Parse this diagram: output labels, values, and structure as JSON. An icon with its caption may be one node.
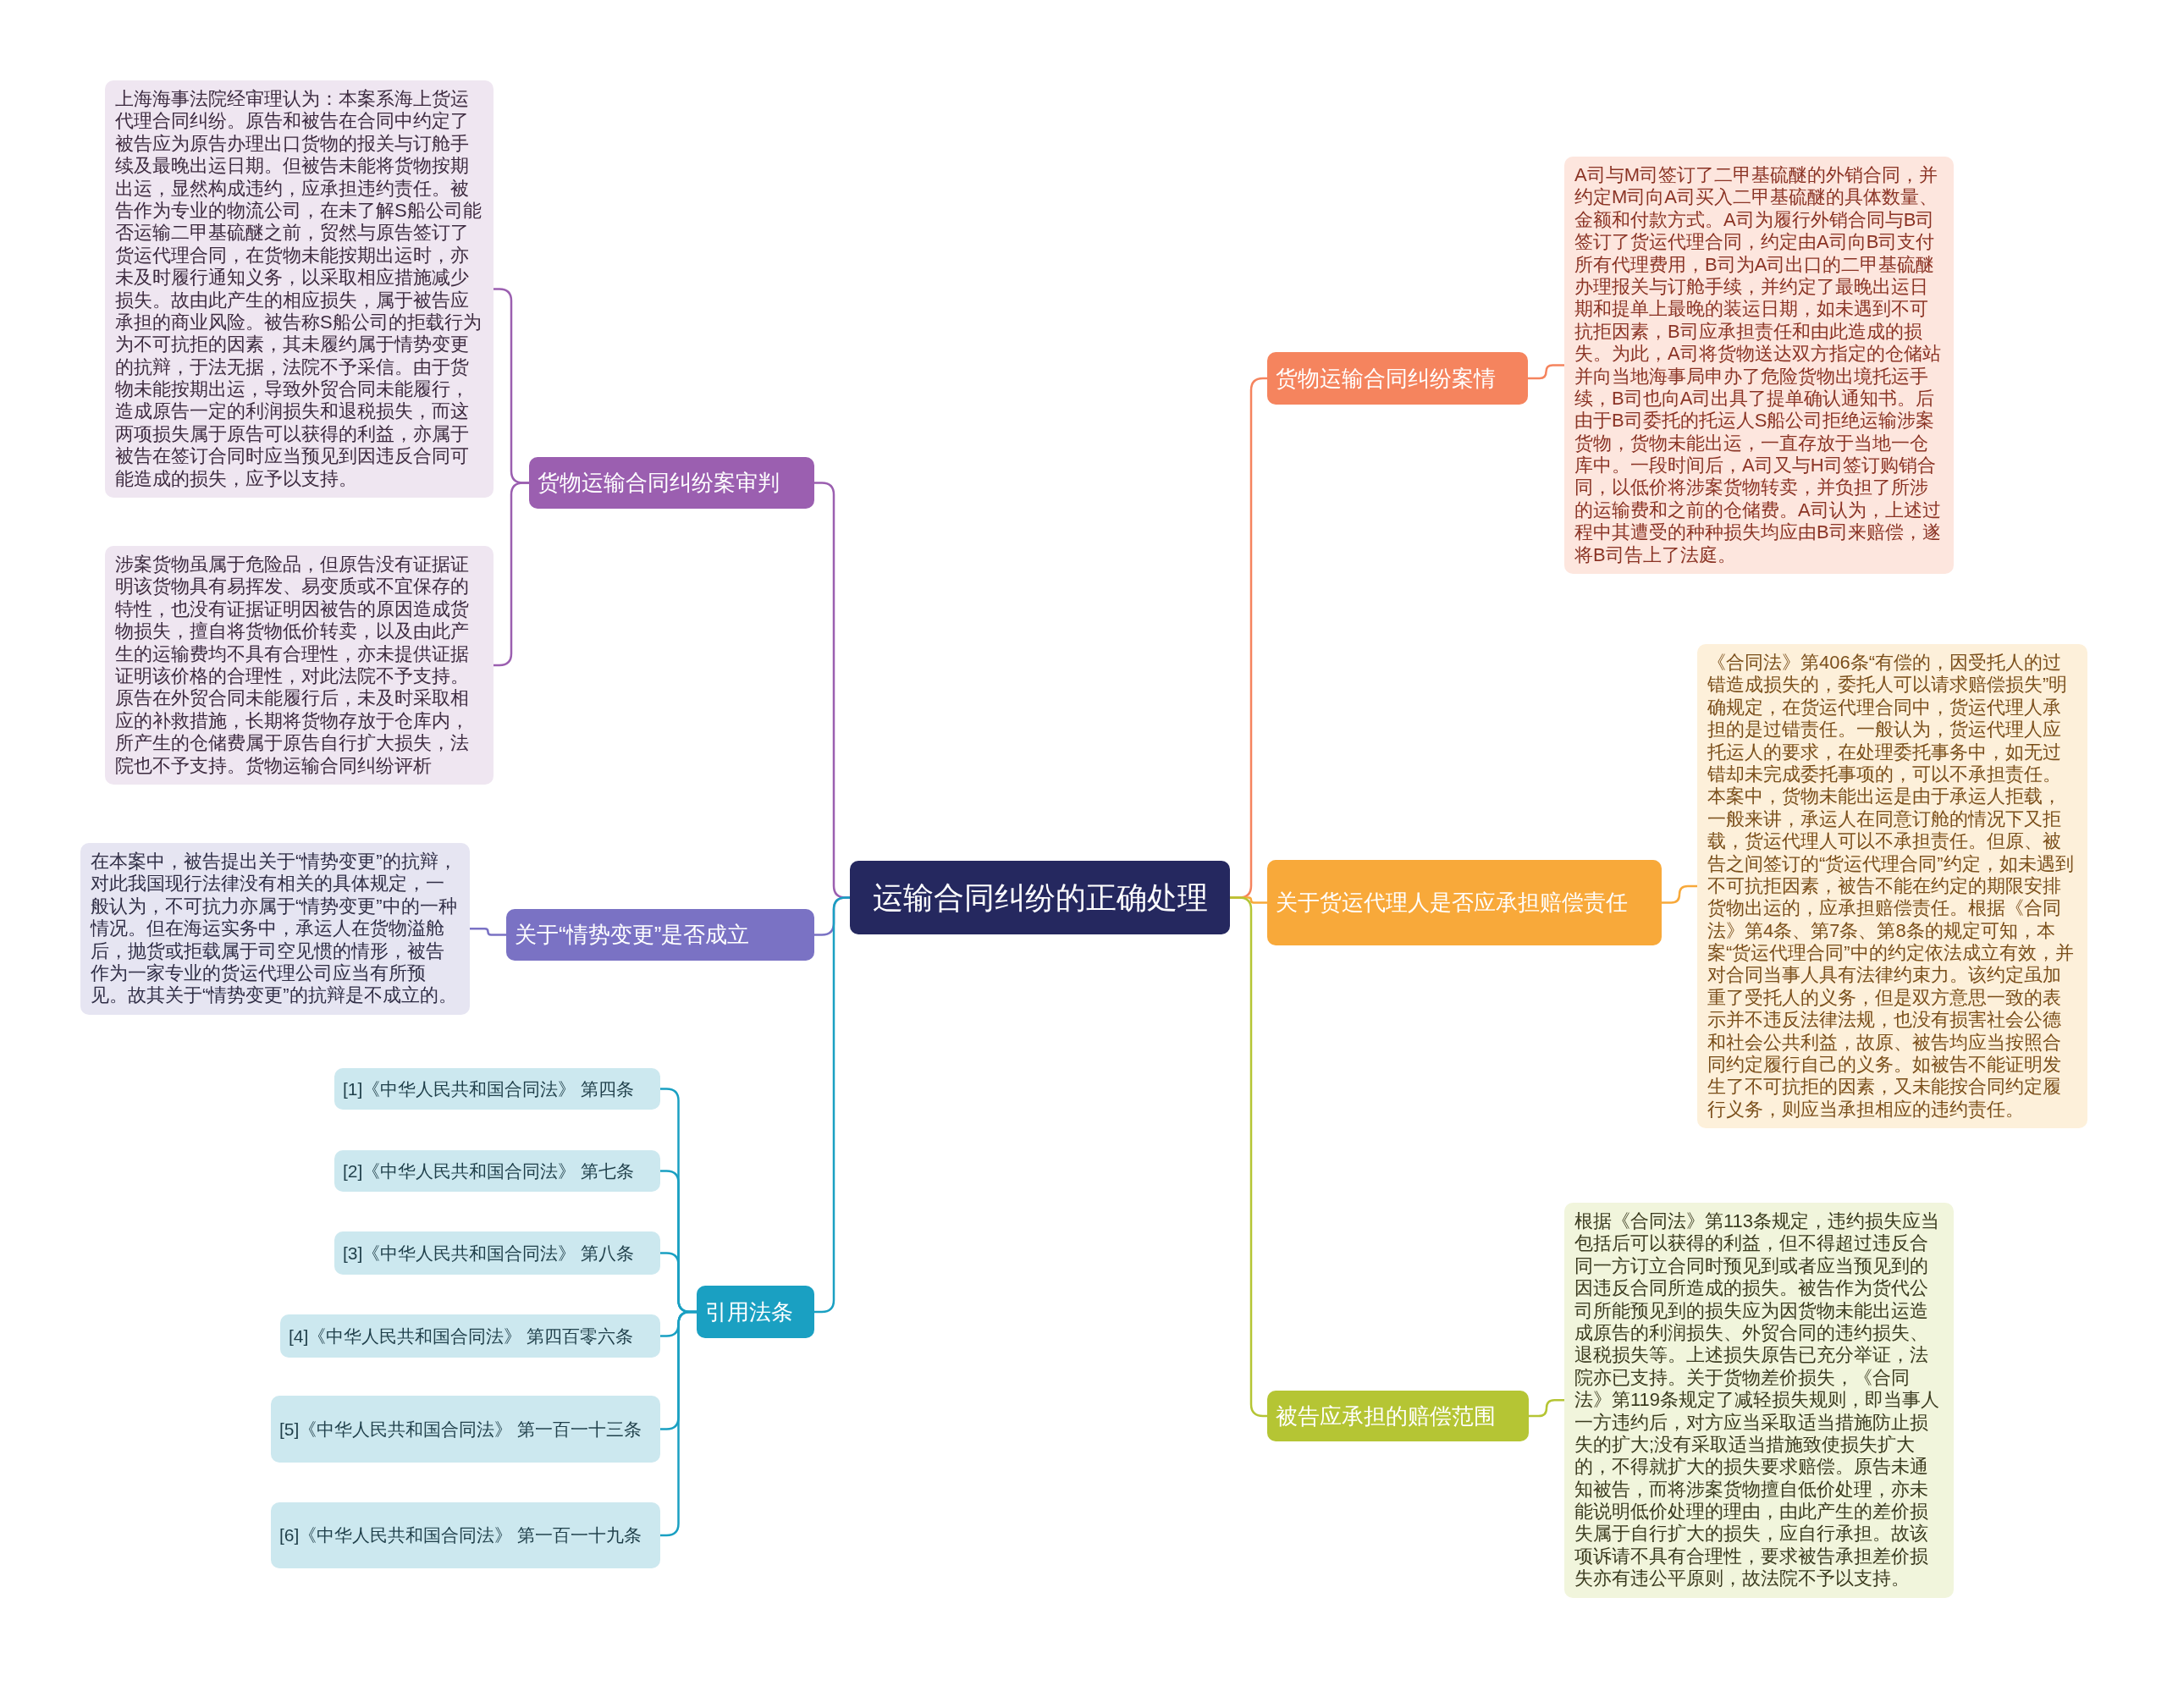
{
  "diagram": {
    "nodes": [
      {
        "text": [
          "运输合同纠纷的正确处理"
        ]
      },
      {
        "text": [
          "货物运输合同纠纷案情"
        ]
      },
      {
        "text": [
          "A司与M司签订了二甲基硫醚的外销合同，并约定M司向A司买入二甲基硫醚的具体数量、金额和付款方式。A司为履行外销合同与B司签订了货运代理合同，约定由A司向B司支付所有代理费用，B司为A司出口的二甲基硫醚办理报关与订舱手续，并约定了最晚出运日期和提单上最晚的装运日期，如未遇到不可抗拒因素，B司应承担责任和由此造成的损失。为此，A司将货物送达双方指定的仓储站并向当地海事局申办了危险货物出境托运手续，B司也向A司出具了提单确认通知书。后由于B司委托的托运人S船公司拒绝运输涉案货物，货物未能出运，一直存放于当地一仓库中。一段时间后，A司又与H司签订购销合同，以低价将涉案货物转卖，并负担了所涉的运输费和之前的仓储费。A司认为，上述过程中其遭受的种种损失均应由B司来赔偿，遂将B司告上了法庭。"
        ]
      },
      {
        "text": [
          "关于货运代理人是否应承担赔偿责任"
        ]
      },
      {
        "text": [
          "《合同法》第406条“有偿的，因受托人的过错造成损失的，委托人可以请求赔偿损失”明确规定，在货运代理合同中，货运代理人承担的是过错责任。一般认为，货运代理人应托运人的要求，在处理委托事务中，如无过错却未完成委托事项的，可以不承担责任。本案中，货物未能出运是由于承运人拒载，一般来讲，承运人在同意订舱的情况下又拒载，货运代理人可以不承担责任。但原、被告之间签订的“货运代理合同”约定，如未遇到不可抗拒因素，被告不能在约定的期限安排货物出运的，应承担赔偿责任。根据《合同法》第4条、第7条、第8条的规定可知，本案“货运代理合同”中的约定依法成立有效，并对合同当事人具有法律约束力。该约定虽加重了受托人的义务，但是双方意思一致的表示并不违反法律法规，也没有损害社会公德和社会公共利益，故原、被告均应当按照合同约定履行自己的义务。如被告不能证明发生了不可抗拒的因素，又未能按合同约定履行义务，则应当承担相应的违约责任。"
        ]
      },
      {
        "text": [
          "被告应承担的赔偿范围"
        ]
      },
      {
        "text": [
          "根据《合同法》第113条规定，违约损失应当包括后可以获得的利益，但不得超过违反合同一方订立合同时预见到或者应当预见到的因违反合同所造成的损失。被告作为货代公司所能预见到的损失应为因货物未能出运造成原告的利润损失、外贸合同的违约损失、退税损失等。上述损失原告已充分举证，法院亦已支持。关于货物差价损失，《合同法》第119条规定了减轻损失规则，即当事人一方违约后，对方应当采取适当措施防止损失的扩大;没有采取适当措施致使损失扩大的，不得就扩大的损失要求赔偿。原告未通知被告，而将涉案货物擅自低价处理，亦未能说明低价处理的理由，由此产生的差价损失属于自行扩大的损失，应自行承担。故该项诉请不具有合理性，要求被告承担差价损失亦有违公平原则，故法院不予以支持。"
        ]
      },
      {
        "text": [
          "货物运输合同纠纷案审判"
        ]
      },
      {
        "text": [
          "上海海事法院经审理认为：本案系海上货运代理合同纠纷。原告和被告在合同中约定了被告应为原告办理出口货物的报关与订舱手续及最晚出运日期。但被告未能将货物按期出运，显然构成违约，应承担违约责任。被告作为专业的物流公司，在未了解S船公司能否运输二甲基硫醚之前，贸然与原告签订了货运代理合同，在货物未能按期出运时，亦未及时履行通知义务，以采取相应措施减少损失。故由此产生的相应损失，属于被告应承担的商业风险。被告称S船公司的拒载行为为不可抗拒的因素，其未履约属于情势变更的抗辩，于法无据，法院不予采信。由于货物未能按期出运，导致外贸合同未能履行，造成原告一定的利润损失和退税损失，而这两项损失属于原告可以获得的利益，亦属于被告在签订合同时应当预见到因违反合同可能造成的损失，应予以支持。"
        ]
      },
      {
        "text": [
          "涉案货物虽属于危险品，但原告没有证据证明该货物具有易挥发、易变质或不宜保存的特性，也没有证据证明因被告的原因造成货物损失，擅自将货物低价转卖，以及由此产生的运输费均不具有合理性，亦未提供证据证明该价格的合理性，对此法院不予支持。原告在外贸合同未能履行后，未及时采取相应的补救措施，长期将货物存放于仓库内，所产生的仓储费属于原告自行扩大损失，法院也不予支持。货物运输合同纠纷评析"
        ]
      },
      {
        "text": [
          "关于“情势变更”是否成立"
        ]
      },
      {
        "text": [
          "在本案中，被告提出关于“情势变更”的抗辩，对此我国现行法律没有相关的具体规定，一般认为，不可抗力亦属于“情势变更”中的一种情况。但在海运实务中，承运人在货物溢舱后，抛货或拒载属于司空见惯的情形，被告作为一家专业的货运代理公司应当有所预见。故其关于“情势变更”的抗辩是不成立的。"
        ]
      },
      {
        "text": [
          "引用法条"
        ]
      },
      {
        "text": [
          "[1]《中华人民共和国合同法》 第四条"
        ]
      },
      {
        "text": [
          "[2]《中华人民共和国合同法》 第七条"
        ]
      },
      {
        "text": [
          "[3]《中华人民共和国合同法》 第八条"
        ]
      },
      {
        "text": [
          "[4]《中华人民共和国合同法》 第四百零六条"
        ]
      },
      {
        "text": [
          "[5]《中华人民共和国合同法》 第一百一十三条"
        ]
      },
      {
        "text": [
          "[6]《中华人民共和国合同法》 第一百一十九条"
        ]
      }
    ],
    "edges": [
      {
        "from": 0,
        "to": 1,
        "arrow": "none",
        "color": "#f5845e"
      },
      {
        "from": 1,
        "to": 2,
        "arrow": "none",
        "color": "#f5845e"
      },
      {
        "from": 0,
        "to": 3,
        "arrow": "none",
        "color": "#f8a93a"
      },
      {
        "from": 3,
        "to": 4,
        "arrow": "none",
        "color": "#f8a93a"
      },
      {
        "from": 0,
        "to": 5,
        "arrow": "none",
        "color": "#b5c534"
      },
      {
        "from": 5,
        "to": 6,
        "arrow": "none",
        "color": "#b5c534"
      },
      {
        "from": 0,
        "to": 7,
        "arrow": "none",
        "color": "#9b5fb0"
      },
      {
        "from": 7,
        "to": 8,
        "arrow": "none",
        "color": "#9b5fb0"
      },
      {
        "from": 7,
        "to": 9,
        "arrow": "none",
        "color": "#9b5fb0"
      },
      {
        "from": 0,
        "to": 10,
        "arrow": "none",
        "color": "#7a72c4"
      },
      {
        "from": 10,
        "to": 11,
        "arrow": "none",
        "color": "#7a72c4"
      },
      {
        "from": 0,
        "to": 12,
        "arrow": "none"
      },
      {
        "from": 12,
        "to": 13,
        "arrow": "none"
      },
      {
        "from": 12,
        "to": 14,
        "arrow": "none"
      },
      {
        "from": 12,
        "to": 15,
        "arrow": "none"
      },
      {
        "from": 12,
        "to": 16,
        "arrow": "none"
      },
      {
        "from": 12,
        "to": 17,
        "arrow": "none"
      },
      {
        "from": 12,
        "to": 18,
        "arrow": "none"
      }
    ]
  }
}
